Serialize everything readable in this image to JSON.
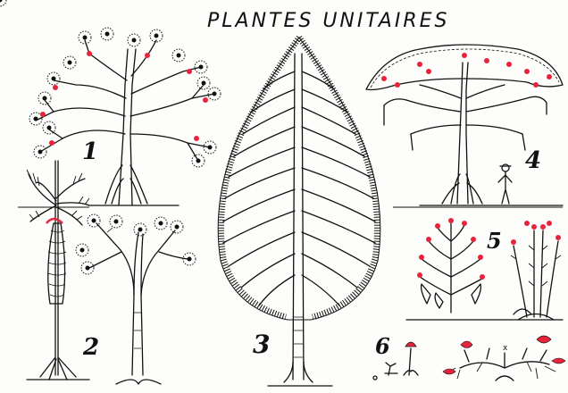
{
  "title": "PLANTES UNITAIRES",
  "figures": [
    {
      "number": "1"
    },
    {
      "number": "2"
    },
    {
      "number": "3"
    },
    {
      "number": "4"
    },
    {
      "number": "5"
    },
    {
      "number": "6"
    }
  ],
  "colors": {
    "ink": "#111111",
    "fruit": "#e8243c",
    "paper": "#fdfdfb"
  }
}
